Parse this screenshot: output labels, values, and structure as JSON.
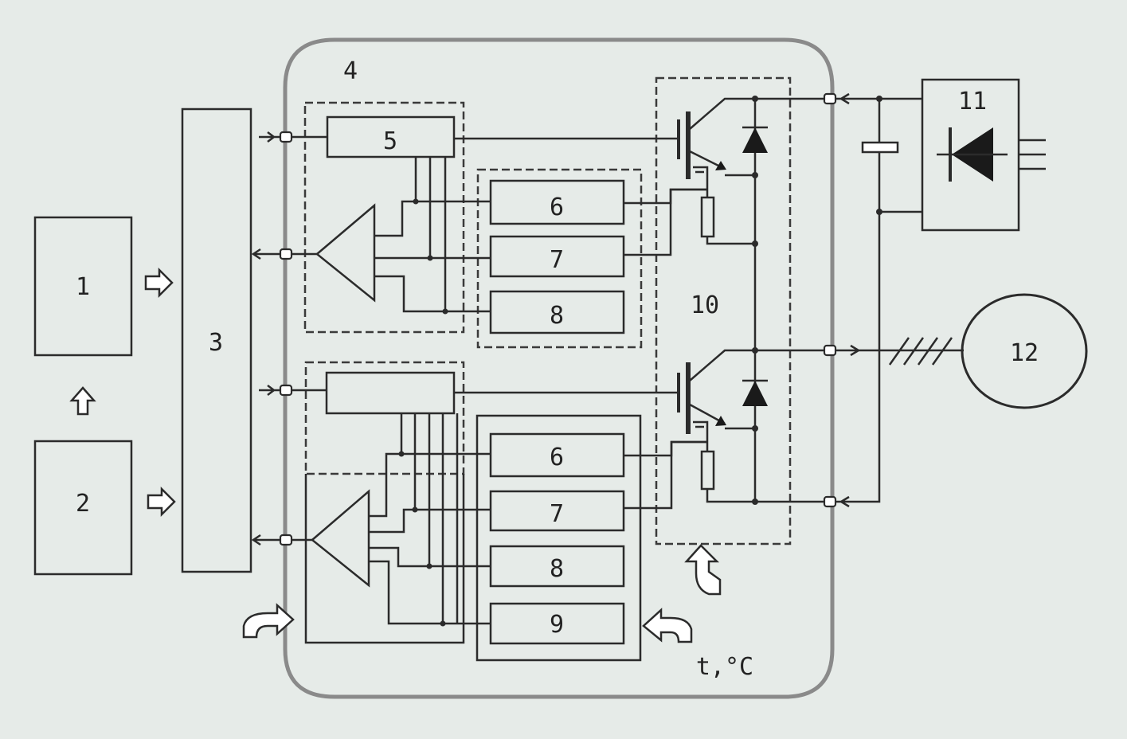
{
  "diagram": {
    "labels": {
      "b1": "1",
      "b2": "2",
      "b3": "3",
      "b4": "4",
      "b5": "5",
      "b6_top": "6",
      "b7_top": "7",
      "b8_top": "8",
      "b6_bot": "6",
      "b7_bot": "7",
      "b8_bot": "8",
      "b9": "9",
      "b10": "10",
      "b11": "11",
      "b12": "12",
      "temp": "t,°C"
    },
    "colors": {
      "background": "#e6ebe8",
      "line": "#2b2b2b",
      "frame": "#8a8a8a"
    }
  }
}
